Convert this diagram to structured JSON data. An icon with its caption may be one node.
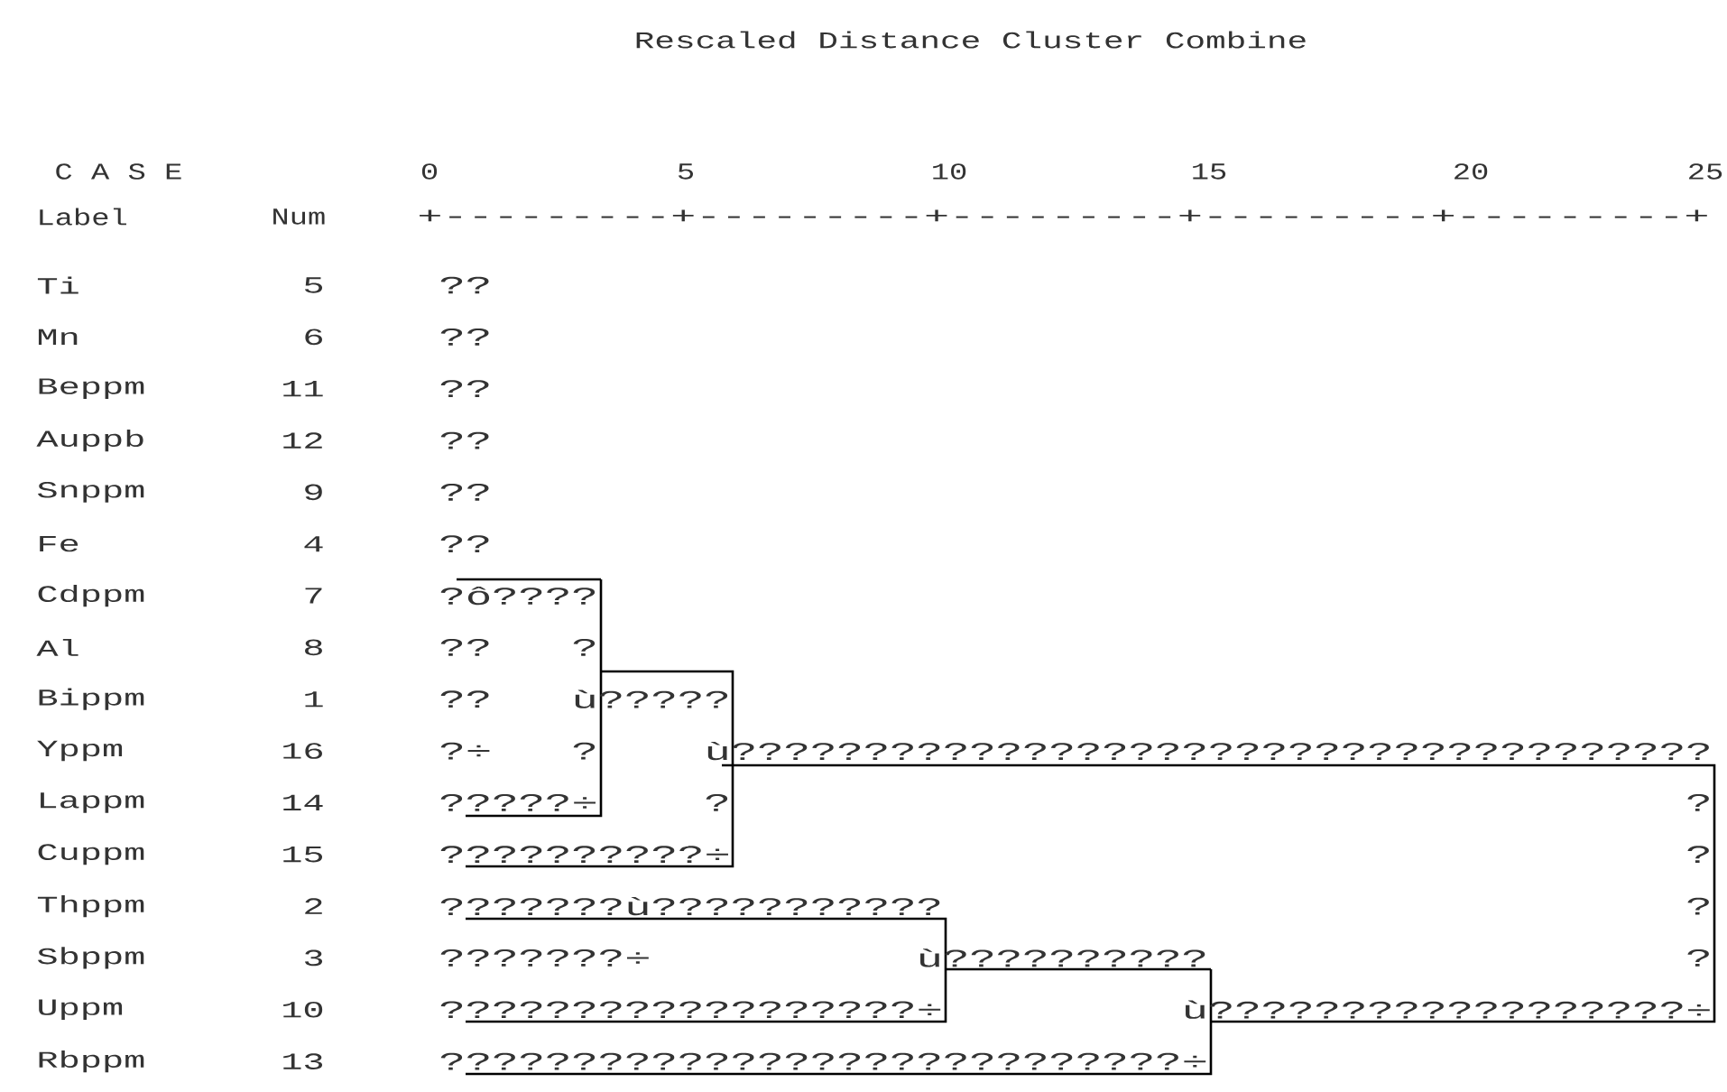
{
  "diagram": {
    "title": "Rescaled Distance Cluster Combine",
    "labels": [
      "C A S E",
      "0",
      "5",
      "10",
      "15",
      "20",
      "25",
      "Label",
      "Num",
      "+---------+---------+---------+---------+---------+",
      "Ti",
      "5",
      "??",
      "Mn",
      "6",
      "??",
      "Beppm",
      "11",
      "??",
      "Auppb",
      "12",
      "??",
      "Snppm",
      "9",
      "??",
      "Fe",
      "4",
      "??",
      "Cdppm",
      "7",
      "?ô????",
      "Al",
      "8",
      "??",
      "?",
      "Bippm",
      "1",
      "??",
      "ù?????",
      "Yppm",
      "16",
      "?÷",
      "?",
      "ù?????????????????????????????????????",
      "Lappm",
      "14",
      "?????÷",
      "?",
      "?",
      "Cuppm",
      "15",
      "??????????÷",
      "?",
      "Thppm",
      "2",
      "???????ù???????????",
      "?",
      "Sbppm",
      "3",
      "???????÷",
      "ù??????????",
      "?",
      "Uppm",
      "10",
      "??????????????????÷",
      "ù??????????????????÷",
      "Rbppm",
      "13",
      "????????????????????????????÷"
    ]
  }
}
